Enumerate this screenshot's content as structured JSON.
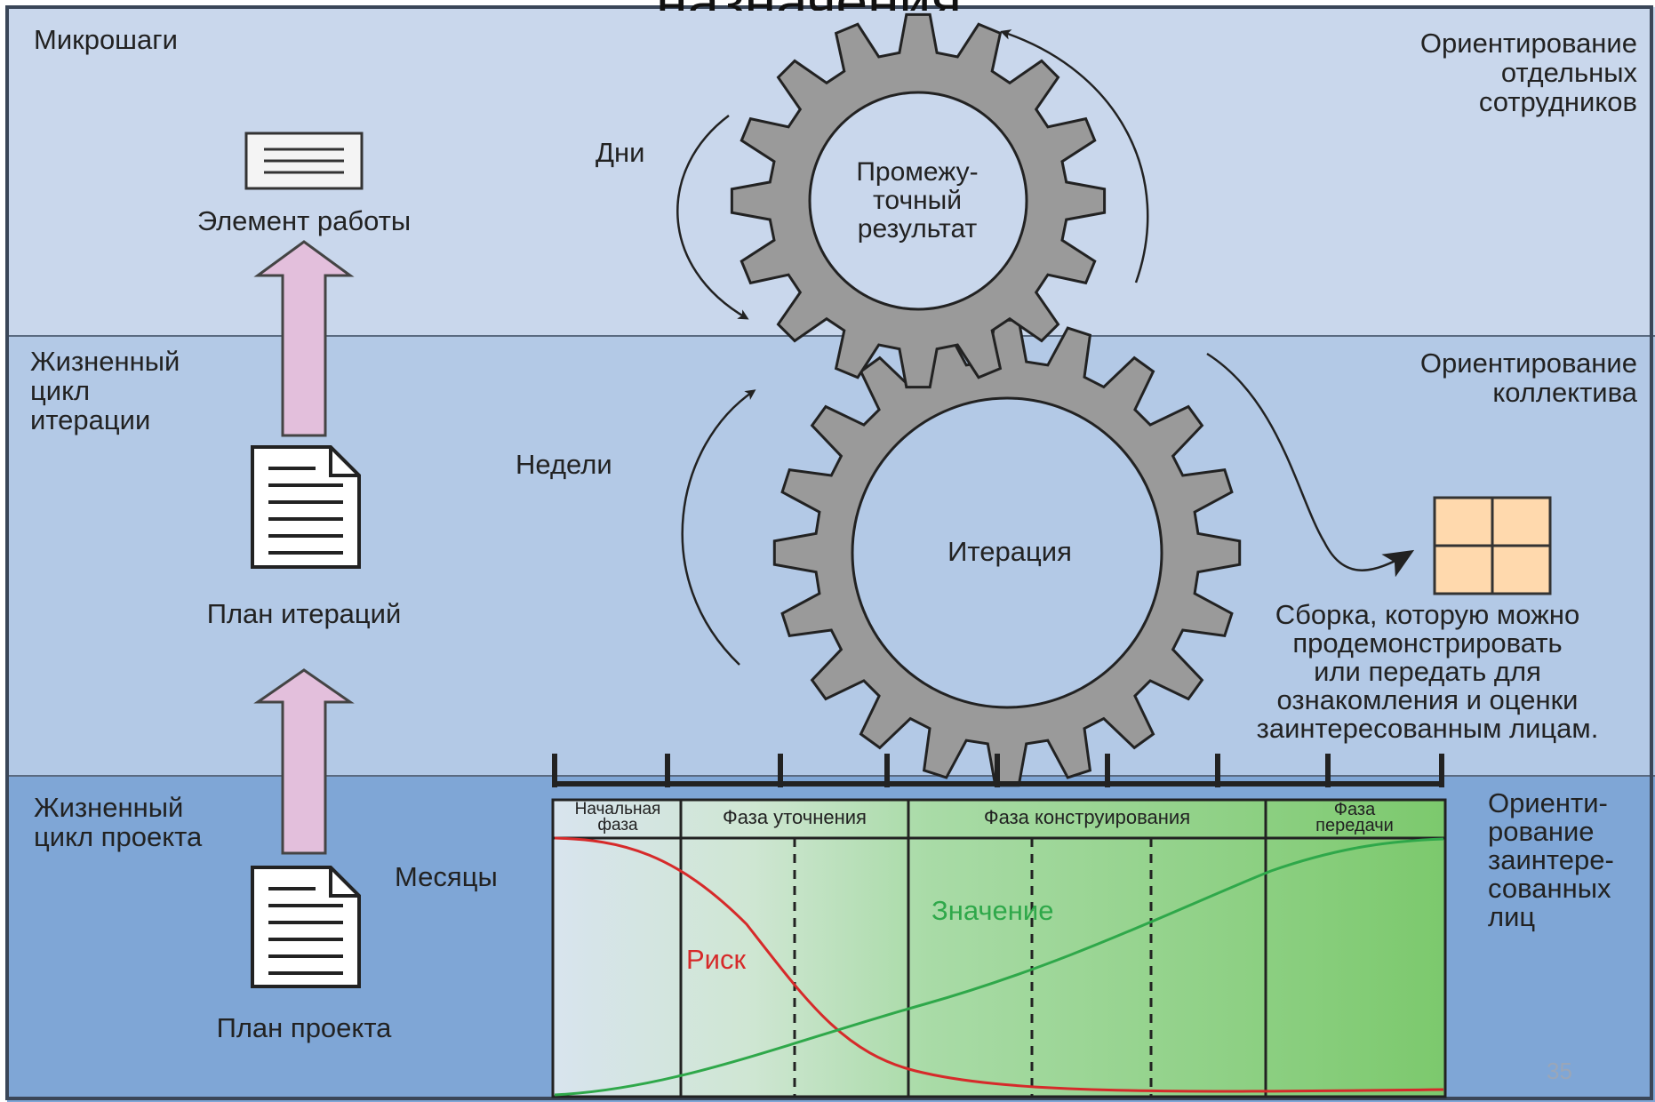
{
  "title_fragment": "назначения",
  "bands": {
    "top": {
      "left_label": "Микрошаги",
      "right_label": [
        "Ориентирование",
        "отдельных",
        "сотрудников"
      ],
      "time_label": "Дни",
      "gear_label": [
        "Промежу-",
        "точный",
        "результат"
      ],
      "artifact_label": "Элемент работы"
    },
    "middle": {
      "left_label": [
        "Жизненный",
        "цикл",
        "итерации"
      ],
      "right_label": [
        "Ориентирование",
        "коллектива"
      ],
      "time_label": "Недели",
      "gear_label": "Итерация",
      "artifact_label": "План итераций",
      "build_label": [
        "Сборка, которую можно",
        "продемонстрировать",
        "или передать для",
        "ознакомления и оценки",
        "заинтересованным лицам."
      ]
    },
    "bottom": {
      "left_label": [
        "Жизненный",
        "цикл проекта"
      ],
      "right_label": [
        "Ориенти-",
        "рование",
        "заинтере-",
        "сованных",
        "лиц"
      ],
      "time_label": "Месяцы",
      "artifact_label": "План проекта"
    }
  },
  "phases": [
    {
      "label": [
        "Начальная",
        "фаза"
      ]
    },
    {
      "label": [
        "Фаза уточнения"
      ]
    },
    {
      "label": [
        "Фаза конструирования"
      ]
    },
    {
      "label": [
        "Фаза",
        "передачи"
      ]
    }
  ],
  "curves": {
    "risk_label": "Риск",
    "value_label": "Значение",
    "risk_color": "#d62a2a",
    "value_color": "#2fa84a"
  },
  "colors": {
    "band_top": "#c9d7ec",
    "band_middle": "#b3c9e6",
    "band_bottom": "#7fa6d6",
    "gear": "#9a9a9a",
    "arrow_fill": "#e3bfdc",
    "build_fill": "#ffd9ad"
  },
  "slide_number": "35"
}
